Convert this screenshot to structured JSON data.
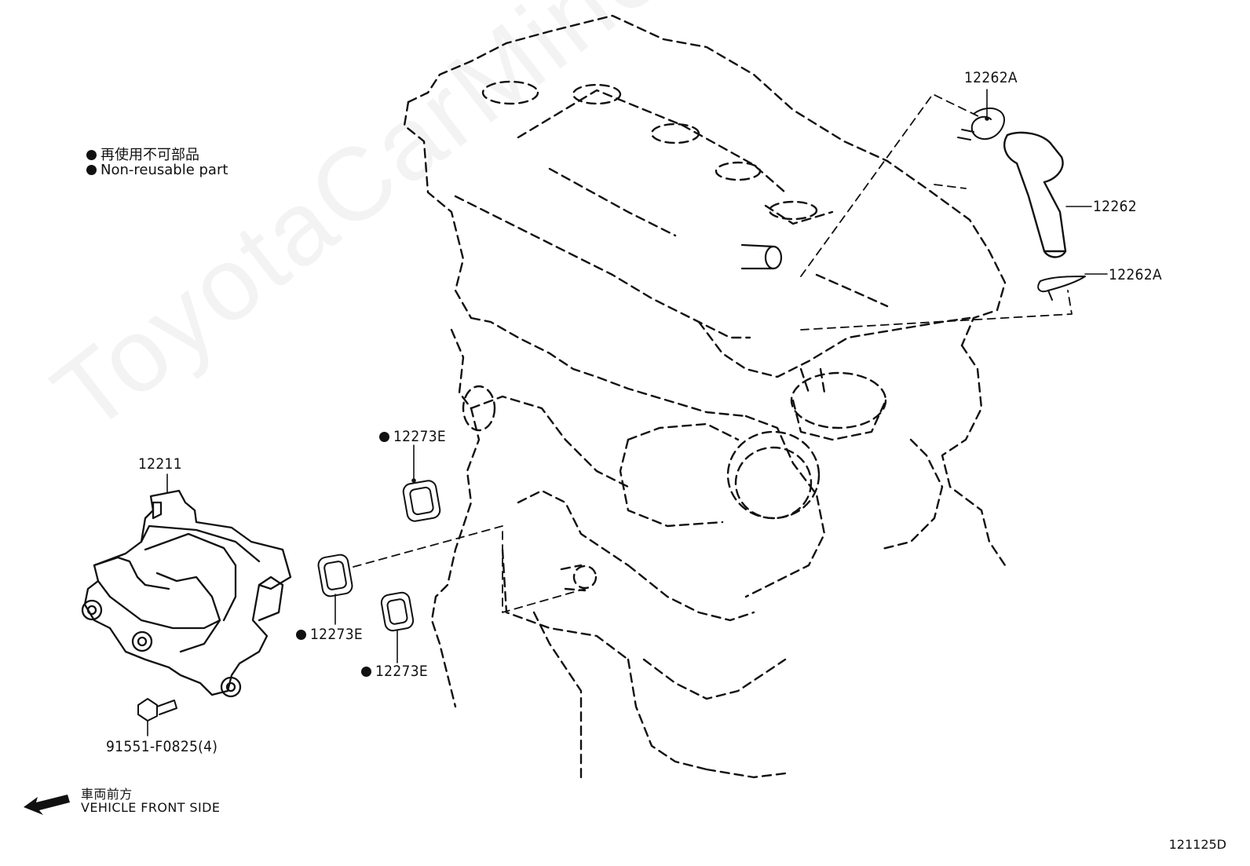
{
  "legend": {
    "jp": "再使用不可部品",
    "en": "Non-reusable part"
  },
  "direction": {
    "jp": "車両前方",
    "en": "VEHICLE FRONT SIDE"
  },
  "callouts": {
    "clamp_top": "12262A",
    "hose": "12262",
    "clamp_bottom": "12262A",
    "gasket_top": "12273E",
    "gasket_left": "12273E",
    "gasket_bottom": "12273E",
    "separator": "12211",
    "bolt": "91551-F0825(4)"
  },
  "diagram_code": "121125D",
  "watermark": "ToyotaCarMine.ru",
  "colors": {
    "line": "#111111",
    "background": "#ffffff"
  }
}
